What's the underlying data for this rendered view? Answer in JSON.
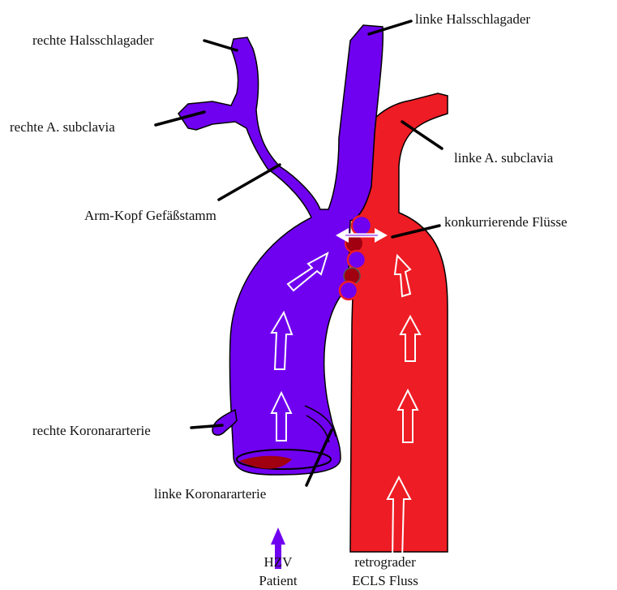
{
  "labels": {
    "right_carotid": "rechte Halsschlagader",
    "left_carotid": "linke Halsschlagader",
    "right_subclavian": "rechte A. subclavia",
    "left_subclavian": "linke A. subclavia",
    "brachiocephalic": "Arm-Kopf Gefäßstamm",
    "competing_flows": "konkurrierende Flüsse",
    "right_coronary": "rechte Koronararterie",
    "left_coronary": "linke Koronararterie",
    "cardiac_output_line1": "HZV",
    "cardiac_output_line2": "Patient",
    "ecls_line1": "retrograder",
    "ecls_line2": "ECLS Fluss"
  },
  "colors": {
    "native_blood": "#7000F0",
    "ecls_blood": "#EE1C24",
    "dark_red": "#A00010",
    "pointer": "#000000"
  }
}
